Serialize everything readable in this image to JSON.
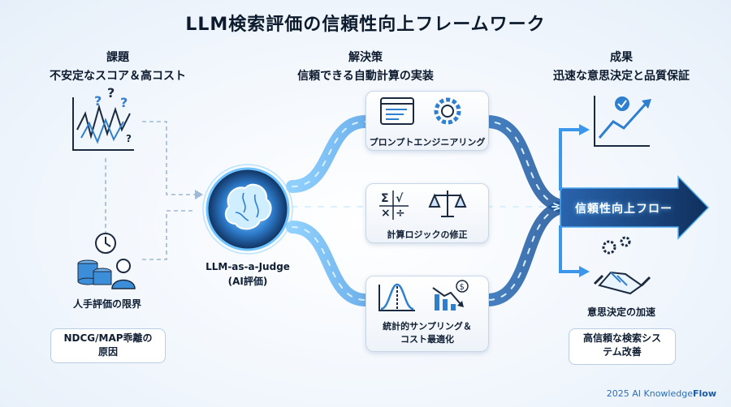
{
  "title": "LLM検索評価の信頼性向上フレームワーク",
  "columns": {
    "problem": {
      "heading": "課題",
      "subtitle": "不安定なスコア＆高コスト"
    },
    "solution": {
      "heading": "解決策",
      "subtitle": "信頼できる自動計算の実装"
    },
    "result": {
      "heading": "成果",
      "subtitle": "迅速な意思決定と品質保証"
    }
  },
  "problem": {
    "human_label": "人手評価の限界",
    "cause_box": "NDCG/MAP乖離の原因"
  },
  "judge": {
    "line1": "LLM-as-a-Judge",
    "line2": "(AI評価)"
  },
  "solutions": [
    {
      "label": "プロンプトエンジニアリング",
      "icons": [
        "window-icon",
        "gear-icon"
      ]
    },
    {
      "label": "計算ロジックの修正",
      "icons": [
        "math-symbols-icon",
        "balance-scale-icon"
      ]
    },
    {
      "label": "統計的サンプリング＆コスト最適化",
      "icons": [
        "bell-curve-icon",
        "cost-down-chart-icon"
      ]
    }
  ],
  "flow_label": "信頼性向上フロー",
  "results": {
    "decision_label": "意思決定の加速",
    "outcome_box": "高信頼な検索システム改善"
  },
  "footer": {
    "year": "2025",
    "brand_prefix": "AI Knowledge",
    "brand_suffix": "Flow"
  },
  "colors": {
    "accent": "#1f7ae0",
    "glow": "#6fc3ff",
    "dark": "#0c1a2e",
    "flow_dark": "#16345f"
  }
}
